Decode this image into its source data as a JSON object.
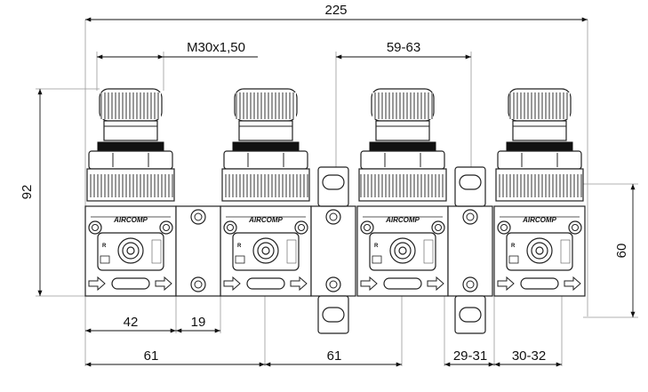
{
  "brand": "AIRCOMP",
  "dimensions": {
    "overall_width": "225",
    "thread": "M30x1,50",
    "knob_pitch": "59-63",
    "total_height": "92",
    "body_height": "60",
    "body_width": "42",
    "connector_width": "19",
    "module_pitch_left": "61",
    "module_pitch_center": "61",
    "connector_span": "29-31",
    "end_offset": "30-32"
  },
  "panel": {
    "gauge_letter": "R"
  },
  "modules": [
    {
      "id": "m1"
    },
    {
      "id": "m2"
    },
    {
      "id": "m3"
    },
    {
      "id": "m4"
    }
  ],
  "connectors": [
    {
      "id": "c1",
      "bracket": "none"
    },
    {
      "id": "c2",
      "bracket": "both"
    },
    {
      "id": "c3",
      "bracket": "both"
    }
  ]
}
